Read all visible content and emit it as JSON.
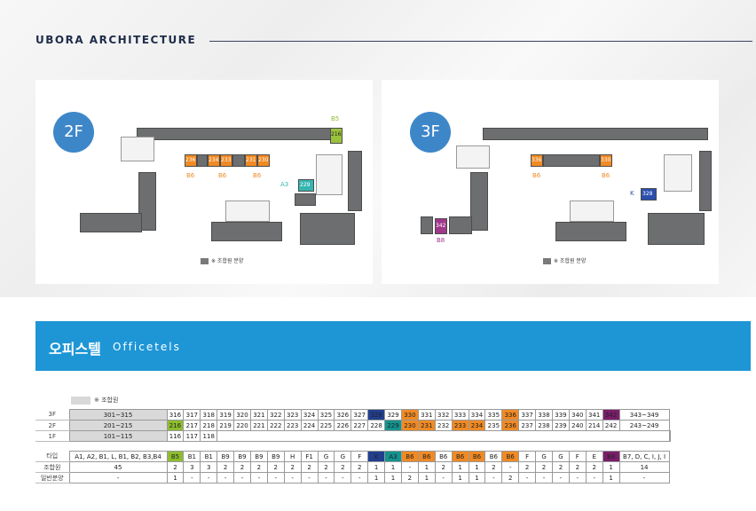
{
  "header": {
    "brand": "UBORA ARCHITECTURE"
  },
  "floor_plans": {
    "left": {
      "floor": "2F",
      "type_labels": {
        "b5": "B5",
        "a3": "A3",
        "b6a": "B6",
        "b6b": "B6",
        "b6c": "B6"
      },
      "units": [
        "216",
        "236",
        "234",
        "233",
        "231",
        "230",
        "229"
      ],
      "legend": "※ 조합원 분양"
    },
    "right": {
      "floor": "3F",
      "type_labels": {
        "k": "K",
        "b8": "B8",
        "b6a": "B6",
        "b6b": "B6"
      },
      "units": [
        "336",
        "330",
        "328",
        "342"
      ],
      "legend": "※ 조합원 분양"
    }
  },
  "banner": {
    "title_ko": "오피스텔",
    "title_en": "Officetels"
  },
  "table": {
    "legend": "※ 조합원",
    "floors": [
      {
        "label": "3F",
        "range": "301~315",
        "cells": [
          "316",
          "317",
          "318",
          "319",
          "320",
          "321",
          "322",
          "323",
          "324",
          "325",
          "326",
          "327",
          "328",
          "329",
          "330",
          "331",
          "332",
          "333",
          "334",
          "335",
          "336",
          "337",
          "338",
          "339",
          "340",
          "341",
          "342"
        ],
        "tail": "343~349"
      },
      {
        "label": "2F",
        "range": "201~215",
        "cells": [
          "216",
          "217",
          "218",
          "219",
          "220",
          "221",
          "222",
          "223",
          "224",
          "225",
          "226",
          "227",
          "228",
          "229",
          "230",
          "231",
          "232",
          "233",
          "234",
          "235",
          "236",
          "237",
          "238",
          "239",
          "240",
          "214",
          "242"
        ],
        "tail": "243~249"
      },
      {
        "label": "1F",
        "range": "101~115",
        "cells": [
          "116",
          "117",
          "118"
        ],
        "tail": ""
      }
    ],
    "type_row": {
      "label": "타입",
      "range": "A1, A2, B1, L, B1, B2, B3,B4",
      "cells": [
        "B5",
        "B1",
        "B1",
        "B9",
        "B9",
        "B9",
        "B9",
        "H",
        "F1",
        "G",
        "G",
        "F",
        "K",
        "A3",
        "B6",
        "B6",
        "B6",
        "B6",
        "B6",
        "B6",
        "B6",
        "F",
        "G",
        "G",
        "F",
        "E",
        "B8"
      ],
      "tail": "B7, D, C, I, J, I"
    },
    "member_row": {
      "label": "조합원",
      "range": "45",
      "cells": [
        "2",
        "3",
        "3",
        "2",
        "2",
        "2",
        "2",
        "2",
        "2",
        "2",
        "2",
        "2",
        "1",
        "1",
        "-",
        "1",
        "2",
        "1",
        "1",
        "2",
        "-",
        "2",
        "2",
        "2",
        "2",
        "2",
        "1"
      ],
      "tail": "14"
    },
    "general_row": {
      "label": "일반분양",
      "range": "-",
      "cells": [
        "1",
        "-",
        "-",
        "-",
        "-",
        "-",
        "-",
        "-",
        "-",
        "-",
        "-",
        "-",
        "1",
        "1",
        "2",
        "1",
        "-",
        "1",
        "1",
        "-",
        "2",
        "-",
        "-",
        "-",
        "-",
        "-",
        "1"
      ],
      "tail": "-"
    },
    "highlights": {
      "3F": {
        "12": "b",
        "14": "o",
        "20": "o",
        "26": "p"
      },
      "2F": {
        "0": "g",
        "13": "t",
        "14": "o",
        "15": "o",
        "17": "o",
        "18": "o",
        "20": "o"
      },
      "type": {
        "0": "g",
        "12": "b",
        "13": "t",
        "14": "o",
        "15": "o",
        "17": "o",
        "18": "o",
        "20": "o",
        "26": "p"
      }
    },
    "colors": {
      "orange": "#f08a24",
      "green": "#8dbd2f",
      "teal": "#14938f",
      "blue": "#223f8f",
      "purple": "#7a1e6b",
      "banner": "#1e96d6",
      "badge": "#3d87c9"
    }
  }
}
